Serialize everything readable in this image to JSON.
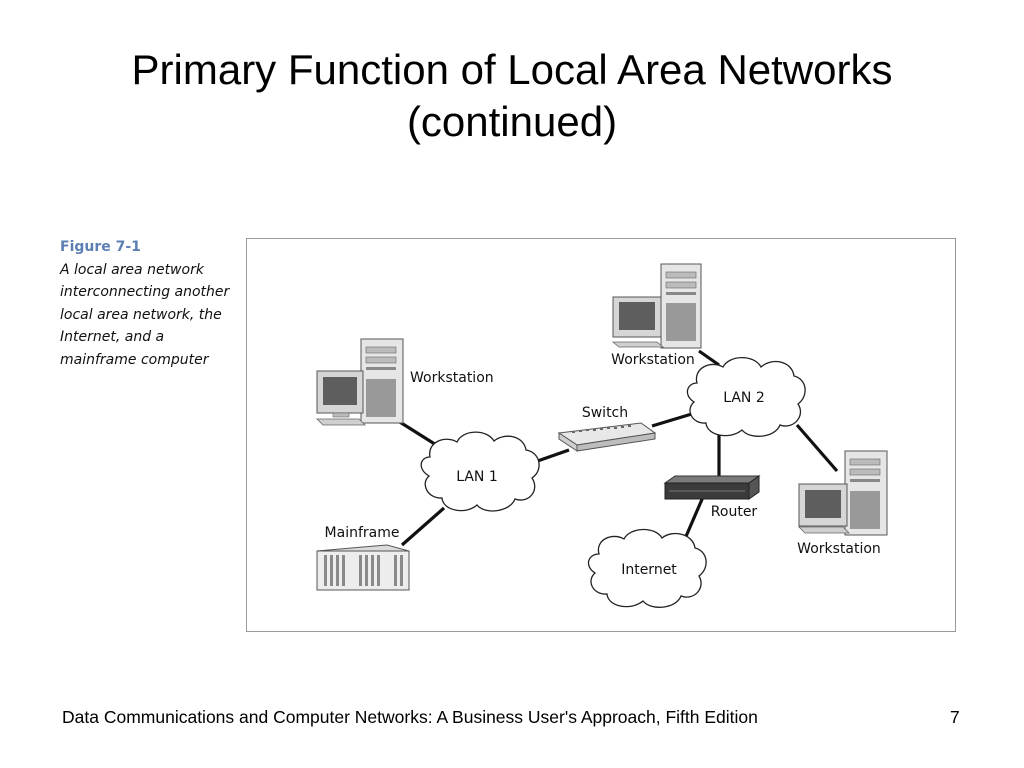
{
  "slide": {
    "title_line1": "Primary Function of Local Area Networks",
    "title_line2": "(continued)",
    "footer": "Data Communications and Computer Networks: A Business User's Approach, Fifth Edition",
    "page_number": "7"
  },
  "figure": {
    "number": "Figure 7-1",
    "caption": "A local area network interconnecting another local area network, the Internet, and a mainframe computer",
    "labels": {
      "workstation_top": "Workstation",
      "workstation_left": "Workstation",
      "workstation_right": "Workstation",
      "switch": "Switch",
      "lan1": "LAN 1",
      "lan2": "LAN 2",
      "router": "Router",
      "internet": "Internet",
      "mainframe": "Mainframe"
    }
  }
}
